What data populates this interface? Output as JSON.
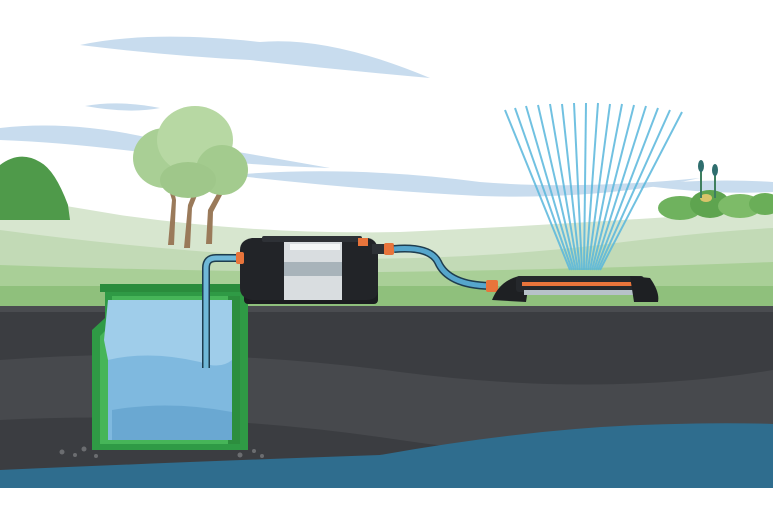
{
  "scene": {
    "colors": {
      "sky": "#ffffff",
      "cloud": "#c8dcee",
      "hill_far": "#cfe0c8",
      "hill_mid": "#b5d3a6",
      "grass": "#9cc98a",
      "soil_dark": "#3d3f42",
      "soil_light": "#4c4e52",
      "groundwater": "#2f6d8e",
      "tank_green": "#3aa54a",
      "water_light": "#8fc3e6",
      "pump_black": "#1b1d20",
      "hose_blue": "#56a6cc",
      "accent_orange": "#e8743b",
      "spray": "#59b7dc"
    },
    "components": [
      "rainwater-tank",
      "garden-pump",
      "hose",
      "oscillating-sprinkler",
      "water-spray",
      "tree",
      "shrubs",
      "clouds",
      "groundwater-layer"
    ]
  }
}
